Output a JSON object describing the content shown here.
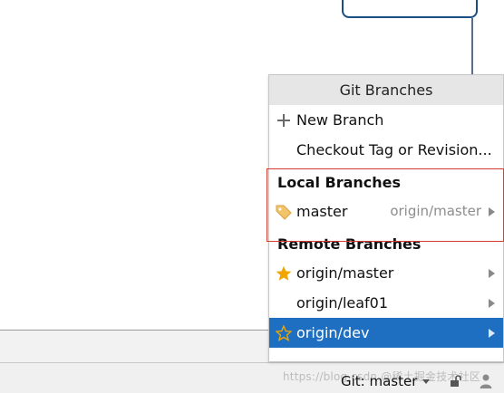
{
  "popup": {
    "title": "Git Branches",
    "actions": [
      {
        "label": "New Branch",
        "icon": "plus-icon"
      },
      {
        "label": "Checkout Tag or Revision..."
      }
    ],
    "local_section": {
      "title": "Local Branches",
      "branches": [
        {
          "name": "master",
          "tracking": "origin/master",
          "icon": "tag-icon"
        }
      ]
    },
    "remote_section": {
      "title": "Remote Branches",
      "branches": [
        {
          "name": "origin/master",
          "icon": "star-filled-icon"
        },
        {
          "name": "origin/leaf01"
        },
        {
          "name": "origin/dev",
          "icon": "star-outline-icon",
          "selected": true
        }
      ]
    }
  },
  "statusbar": {
    "git_branch": "Git: master",
    "watermark": "https://blog.csdn @稀土掘金技术社区"
  },
  "colors": {
    "selection": "#1e6fc1",
    "highlight_border": "#d6392e",
    "star": "#f0a500",
    "tag": "#f2c46a"
  }
}
